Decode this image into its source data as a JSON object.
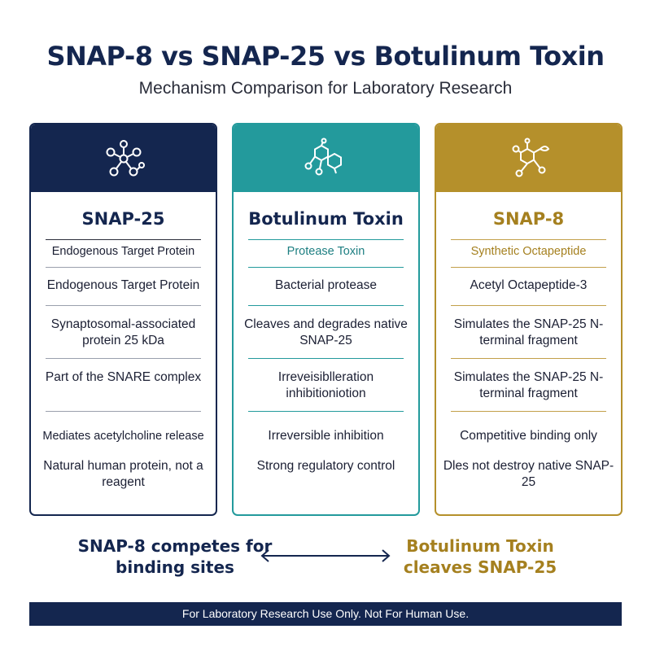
{
  "header": {
    "title": "SNAP-8 vs SNAP-25 vs Botulinum Toxin",
    "subtitle": "Mechanism Comparison for Laboratory Research"
  },
  "colors": {
    "navy": "#14264f",
    "teal": "#239a9c",
    "gold": "#b5902b"
  },
  "cards": [
    {
      "icon": "molecule-icon",
      "title": "SNAP-25",
      "subtitle": "Endogenous Target Protein",
      "rows": [
        "Endogenous Target Protein",
        "Synaptosomal-associated protein 25 kDa",
        "Part of the SNARE complex",
        "Mediates acetylcholine release",
        "Natural human protein, not a reagent"
      ]
    },
    {
      "icon": "hexagon-molecule-icon",
      "title": "Botulinum Toxin",
      "subtitle": "Protease Toxin",
      "rows": [
        "Bacterial protease",
        "Cleaves and degrades native SNAP-25",
        "Irreveisiblleration inhibitioniotion",
        "Irreversible inhibition",
        "Strong regulatory control"
      ]
    },
    {
      "icon": "peptide-molecule-icon",
      "title": "SNAP-8",
      "subtitle": "Synthetic Octapeptide",
      "rows": [
        "Acetyl Octapeptide-3",
        "Simulates the SNAP-25 N-terminal fragment",
        "Simulates the SNAP-25 N-terminal fragment",
        "Competitive binding only",
        "Dles not destroy native SNAP-25"
      ]
    }
  ],
  "bottom": {
    "left_text": "SNAP-8 competes for binding sites",
    "right_text": "Botulinum Toxin cleaves SNAP-25",
    "arrow_icon": "double-arrow-icon"
  },
  "footer": {
    "text": "For Laboratory Research Use Only. Not For Human Use."
  }
}
